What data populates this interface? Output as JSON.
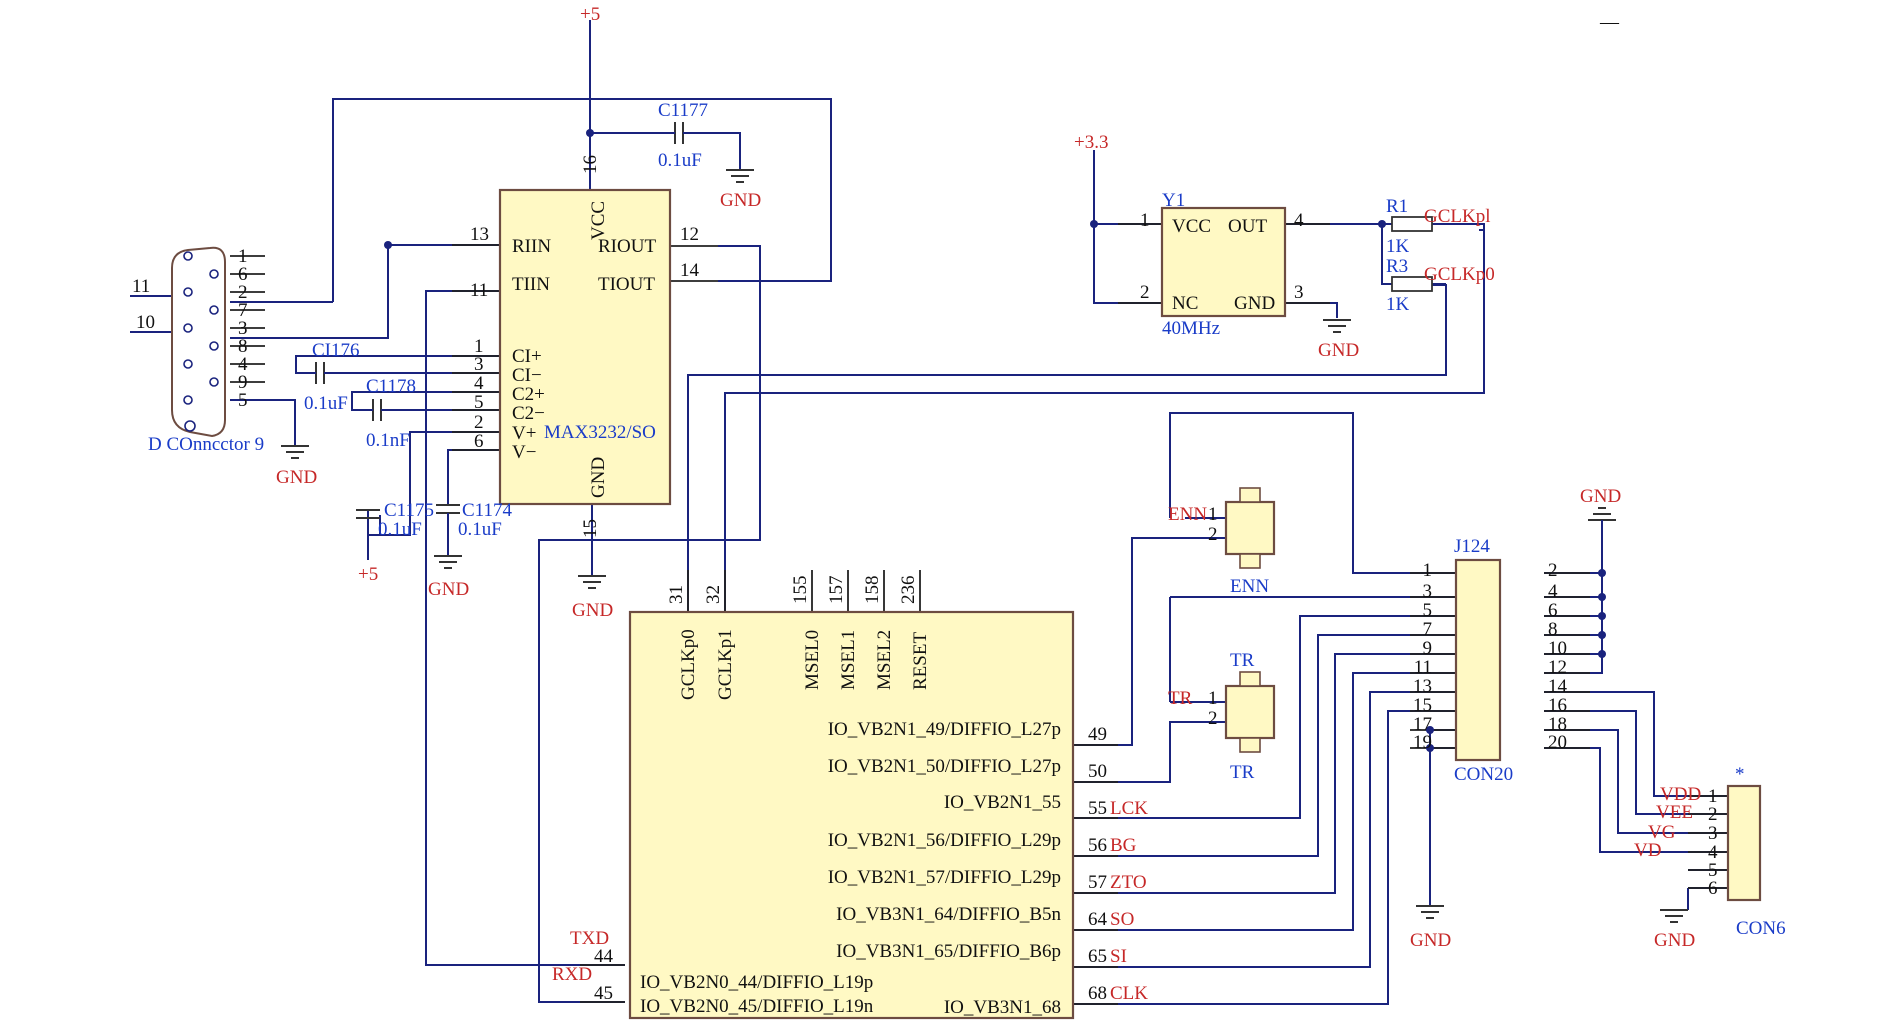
{
  "colors": {
    "net_label": "#c62828",
    "designator": "#1a3cc8",
    "wire": "#1a237e",
    "body": "#fff9c4",
    "body_border": "#6d4c41"
  },
  "power": {
    "p5_top": "+5",
    "p5_bottom": "+5",
    "p33": "+3.3",
    "gnd": "GND"
  },
  "dsub": {
    "name": "D COnncctor 9",
    "pins_left": [
      "1",
      "6",
      "2",
      "7",
      "3",
      "8",
      "4",
      "9",
      "5"
    ],
    "wire_labels": [
      "11",
      "10"
    ]
  },
  "max": {
    "name": "MAX3232/SO",
    "pins_in": {
      "RIIN": "RIIN",
      "TIIN": "TIIN",
      "RIOUT": "RIOUT",
      "TIOUT": "TIOUT",
      "VCC": "VCC",
      "GND": "GND"
    },
    "pin_numbers": {
      "vcc": "16",
      "riin": "13",
      "tiin": "11",
      "riout": "12",
      "tiout": "14",
      "gnd": "15",
      "c1p": "1",
      "c1m": "3",
      "c2p": "4",
      "c2m": "5",
      "vp": "2",
      "vm": "6"
    },
    "cap_pins": [
      "CI+",
      "CI−",
      "C2+",
      "C2−",
      "V+",
      "V−"
    ]
  },
  "caps": [
    {
      "ref": "C1177",
      "value": "0.1uF"
    },
    {
      "ref": "CI176",
      "value": "0.1uF"
    },
    {
      "ref": "C1178",
      "value": "0.1nF"
    },
    {
      "ref": "C1175",
      "value": "0.1uF"
    },
    {
      "ref": "C1174",
      "value": "0.1uF"
    }
  ],
  "osc": {
    "ref": "Y1",
    "value": "40MHz",
    "pins": {
      "vcc": "VCC",
      "out": "OUT",
      "nc": "NC",
      "gnd": "GND"
    },
    "pin_numbers": [
      "1",
      "4",
      "2",
      "3"
    ]
  },
  "res": [
    {
      "ref": "R1",
      "value": "1K",
      "net": "GCLKpl"
    },
    {
      "ref": "R3",
      "value": "1K",
      "net": "GCLKp0"
    }
  ],
  "fpga": {
    "top_pins": [
      {
        "num": "31",
        "name": "GCLKp0"
      },
      {
        "num": "32",
        "name": "GCLKp1"
      },
      {
        "num": "155",
        "name": "MSEL0"
      },
      {
        "num": "157",
        "name": "MSEL1"
      },
      {
        "num": "158",
        "name": "MSEL2"
      },
      {
        "num": "236",
        "name": "RESET"
      }
    ],
    "right_pins": [
      {
        "name": "IO_VB2N1_49/DIFFIO_L27p",
        "num": "49",
        "net": ""
      },
      {
        "name": "IO_VB2N1_50/DIFFIO_L27p",
        "num": "50",
        "net": ""
      },
      {
        "name": "IO_VB2N1_55",
        "num": "55",
        "net": "LCK"
      },
      {
        "name": "IO_VB2N1_56/DIFFIO_L29p",
        "num": "56",
        "net": "BG"
      },
      {
        "name": "IO_VB2N1_57/DIFFIO_L29p",
        "num": "57",
        "net": "ZTO"
      },
      {
        "name": "IO_VB3N1_64/DIFFIO_B5n",
        "num": "64",
        "net": "SO"
      },
      {
        "name": "IO_VB3N1_65/DIFFIO_B6p",
        "num": "65",
        "net": "SI"
      },
      {
        "name": "IO_VB3N1_68",
        "num": "68",
        "net": "CLK"
      }
    ],
    "left_pins": [
      {
        "name": "IO_VB2N0_44/DIFFIO_L19p",
        "num": "44",
        "net": "TXD"
      },
      {
        "name": "IO_VB2N0_45/DIFFIO_L19n",
        "num": "45",
        "net": "RXD"
      }
    ]
  },
  "buttons": [
    {
      "ref": "ENN",
      "net": "ENN",
      "pins": [
        "1",
        "2"
      ]
    },
    {
      "ref": "TR",
      "net": "TR",
      "pins": [
        "1",
        "2"
      ]
    }
  ],
  "j124": {
    "ref": "J124",
    "type": "CON20",
    "odd": [
      "1",
      "3",
      "5",
      "7",
      "9",
      "11",
      "13",
      "15",
      "17",
      "19"
    ],
    "even": [
      "2",
      "4",
      "6",
      "8",
      "10",
      "12",
      "14",
      "16",
      "18",
      "20"
    ]
  },
  "con6": {
    "ref": "*",
    "type": "CON6",
    "pins": [
      "1",
      "2",
      "3",
      "4",
      "5",
      "6"
    ],
    "nets": [
      "VDD",
      "VEE",
      "VG",
      "VD"
    ]
  },
  "corner_mark": "—"
}
